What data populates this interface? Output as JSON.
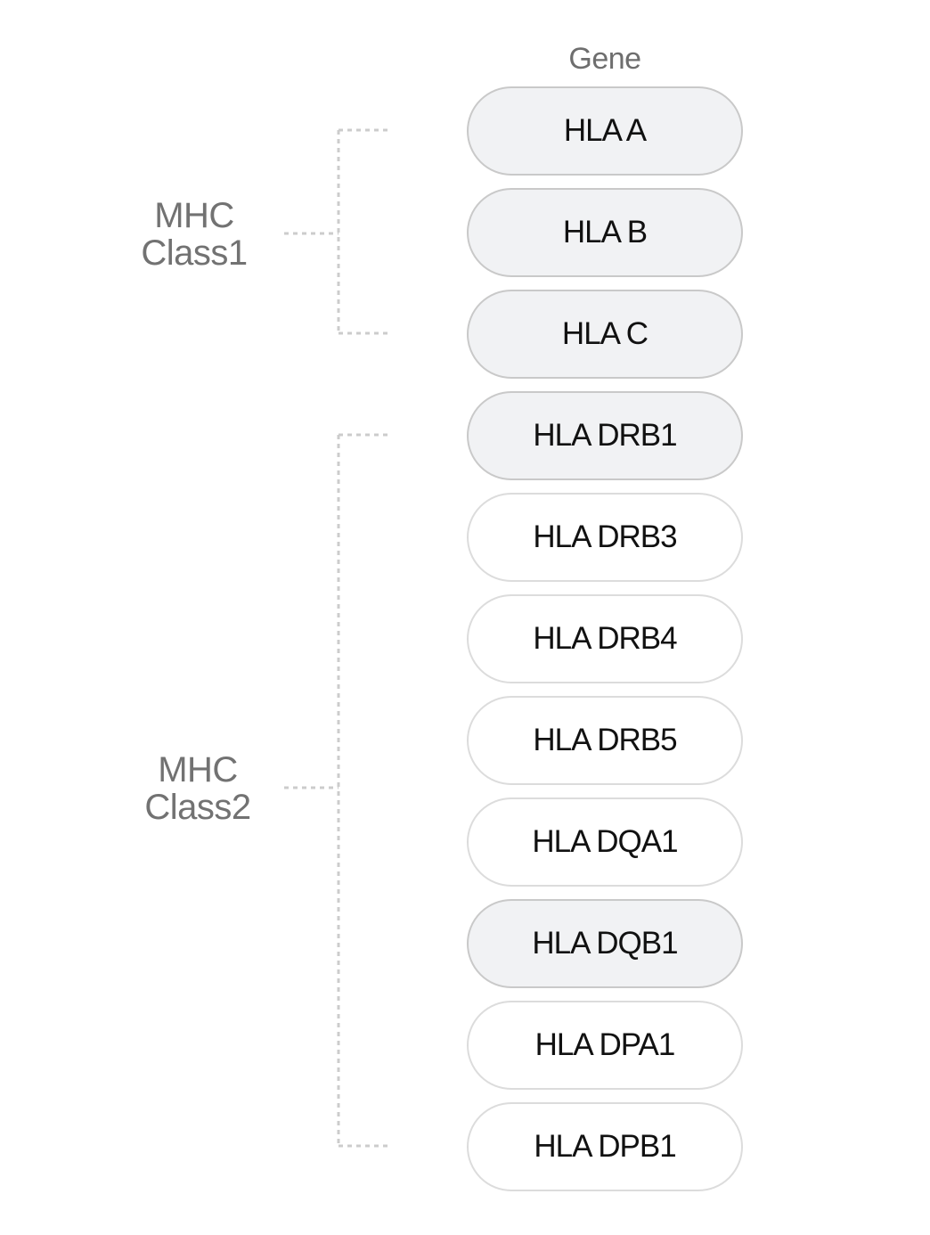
{
  "header": {
    "column_title": "Gene"
  },
  "genes": [
    {
      "label": "HLA A",
      "highlighted": true
    },
    {
      "label": "HLA B",
      "highlighted": true
    },
    {
      "label": "HLA C",
      "highlighted": true
    },
    {
      "label": "HLA DRB1",
      "highlighted": true
    },
    {
      "label": "HLA DRB3",
      "highlighted": false
    },
    {
      "label": "HLA DRB4",
      "highlighted": false
    },
    {
      "label": "HLA DRB5",
      "highlighted": false
    },
    {
      "label": "HLA DQA1",
      "highlighted": false
    },
    {
      "label": "HLA DQB1",
      "highlighted": true
    },
    {
      "label": "HLA DPA1",
      "highlighted": false
    },
    {
      "label": "HLA DPB1",
      "highlighted": false
    }
  ],
  "groups": [
    {
      "line1": "MHC",
      "line2": "Class1",
      "first_gene": 0,
      "last_gene": 2
    },
    {
      "line1": "MHC",
      "line2": "Class2",
      "first_gene": 3,
      "last_gene": 10
    }
  ],
  "colors": {
    "highlight_fill": "#f1f2f4",
    "bracket": "#cccccc"
  }
}
